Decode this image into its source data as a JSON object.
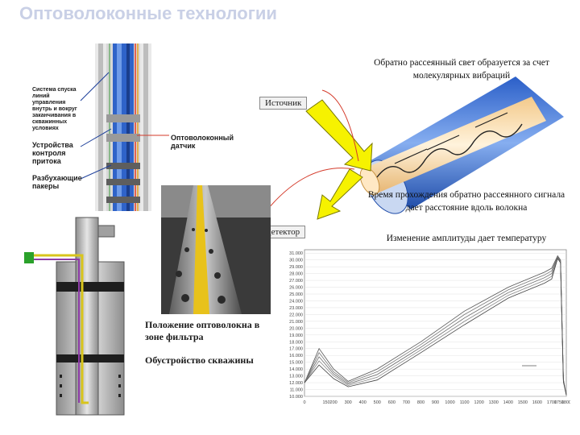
{
  "slide": {
    "title": "Оптоволоконные технологии"
  },
  "well_labels": {
    "control_lines": "Система спуска линий управления внутрь и вокруг заканчивания в скважинных условиях",
    "inflow_devices": "Устройства контроля притока",
    "packers": "Разбухающие пакеры",
    "fiber_sensor": "Оптоволоконный датчик"
  },
  "physics": {
    "backscatter_note": "Обратно рассеянный свет образуется за счет молекулярных вибраций",
    "source_label": "Источник",
    "detector_label": "Детектор",
    "travel_time_note": "Время прохождения обратно рассеянного сигнала дает расстояние вдоль волокна",
    "amplitude_note": "Изменение амплитуды дает температуру"
  },
  "photo_captions": {
    "filter_zone": "Положение оптоволокна в зоне фильтра",
    "well_construction": "Обустройство скважины"
  },
  "chart_data": {
    "type": "line",
    "title": "",
    "xlabel": "",
    "ylabel": "",
    "x_ticks": [
      "0",
      "150",
      "200",
      "300",
      "400",
      "500",
      "600",
      "700",
      "800",
      "900",
      "1000",
      "1100",
      "1200",
      "1300",
      "1400",
      "1500",
      "1600",
      "1700",
      "1750",
      "1800"
    ],
    "y_ticks": [
      "31.000",
      "30.000",
      "29.000",
      "28.000",
      "27.000",
      "26.000",
      "25.000",
      "24.000",
      "23.000",
      "22.000",
      "21.000",
      "20.000",
      "19.000",
      "18.000",
      "17.000",
      "16.000",
      "15.000",
      "14.000",
      "13.000",
      "12.000",
      "11.000",
      "10.000"
    ],
    "xlim": [
      0,
      1800
    ],
    "ylim": [
      10,
      31.5
    ],
    "grid": true,
    "series": [
      {
        "x": [
          0,
          100,
          200,
          300,
          500,
          800,
          1100,
          1400,
          1650,
          1700,
          1740,
          1760,
          1780,
          1800
        ],
        "y": [
          12,
          17.0,
          14.0,
          12.2,
          14.0,
          18.0,
          22.5,
          26.0,
          28.2,
          28.8,
          30.6,
          30.0,
          12.5,
          10.2
        ]
      },
      {
        "x": [
          0,
          100,
          200,
          300,
          500,
          800,
          1100,
          1400,
          1650,
          1700,
          1740,
          1760,
          1780,
          1800
        ],
        "y": [
          12,
          16.4,
          13.6,
          12.0,
          13.6,
          17.6,
          22.0,
          25.6,
          27.8,
          28.4,
          30.5,
          29.9,
          12.4,
          10.2
        ]
      },
      {
        "x": [
          0,
          100,
          200,
          300,
          500,
          800,
          1100,
          1400,
          1650,
          1700,
          1740,
          1760,
          1780,
          1800
        ],
        "y": [
          12,
          15.8,
          13.3,
          11.8,
          13.2,
          17.2,
          21.5,
          25.2,
          27.4,
          28.0,
          30.4,
          29.8,
          12.3,
          10.2
        ]
      },
      {
        "x": [
          0,
          100,
          200,
          300,
          500,
          800,
          1100,
          1400,
          1650,
          1700,
          1740,
          1760,
          1780,
          1800
        ],
        "y": [
          12,
          15.2,
          13.0,
          11.6,
          12.8,
          16.8,
          21.0,
          24.8,
          27.0,
          27.6,
          30.3,
          29.7,
          12.2,
          10.2
        ]
      },
      {
        "x": [
          0,
          100,
          200,
          300,
          500,
          800,
          1100,
          1400,
          1650,
          1700,
          1740,
          1760,
          1780,
          1800
        ],
        "y": [
          12,
          14.6,
          12.6,
          11.4,
          12.4,
          16.4,
          20.5,
          24.4,
          26.6,
          27.2,
          30.2,
          29.6,
          12.1,
          10.2
        ]
      }
    ]
  }
}
